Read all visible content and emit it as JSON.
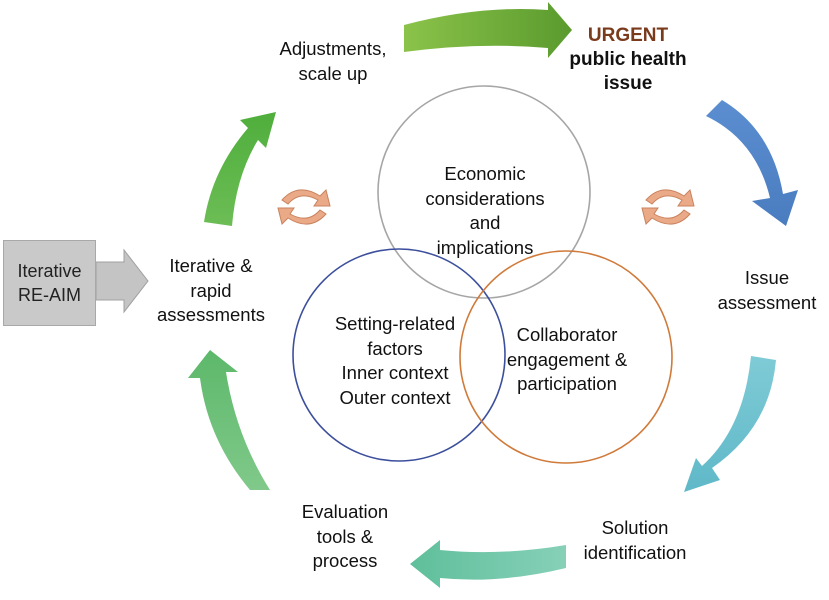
{
  "stages": {
    "urgent_word": "URGENT",
    "urgent_rest": "public health\nissue",
    "issue_assessment": "Issue\nassessment",
    "solution_identification": "Solution\nidentification",
    "evaluation": "Evaluation\ntools &\nprocess",
    "iterative_assessments": "Iterative &\nrapid\nassessments",
    "adjustments": "Adjustments,\nscale up"
  },
  "circles": {
    "economic": "Economic\nconsiderations\nand\nimplications",
    "setting": "Setting-related\nfactors\nInner context\nOuter context",
    "collaborator": "Collaborator\nengagement &\nparticipation"
  },
  "side_box": "Iterative\nRE-AIM",
  "colors": {
    "urgent": "#7a3a1c",
    "arrow_top": "#6eaa3c",
    "arrow_right_top": "#5b8fcf",
    "arrow_right_bottom": "#6cc0cf",
    "arrow_bottom": "#72c5a8",
    "arrow_left_bottom": "#6cbd6a",
    "arrow_left_top": "#6ab446",
    "circle_economic": "#a6a6a6",
    "circle_setting": "#3c4f9c",
    "circle_collaborator": "#d07a3a",
    "cycle_icon": "#e8a888"
  }
}
